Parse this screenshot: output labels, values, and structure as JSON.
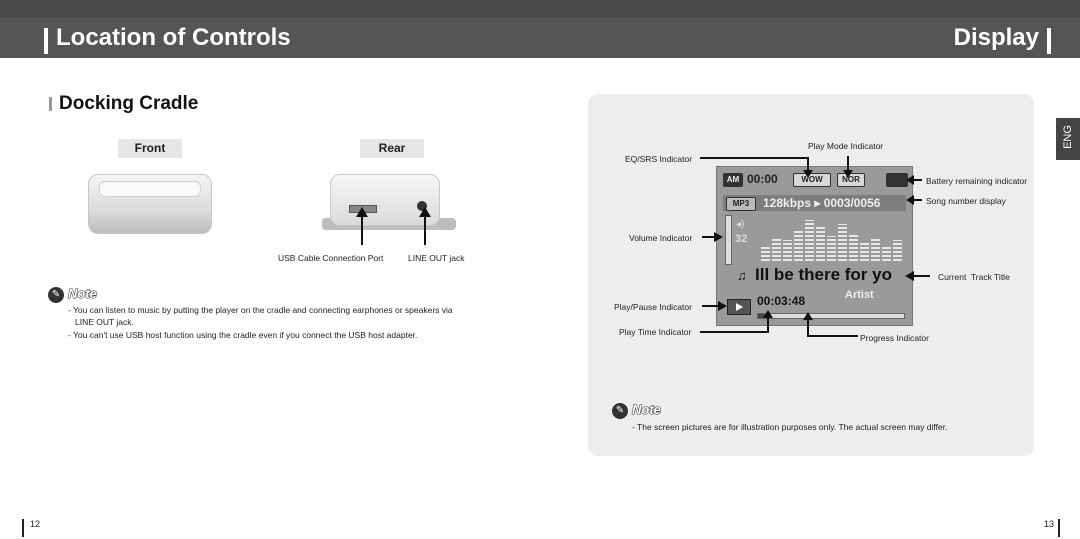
{
  "header": {
    "left_title": "Location of Controls",
    "right_title": "Display"
  },
  "left_page": {
    "section_title": "Docking Cradle",
    "front_label": "Front",
    "rear_label": "Rear",
    "usb_port_label": "USB Cable Connection Port",
    "line_out_label": "LINE OUT jack",
    "note_title": "Note",
    "notes": [
      "- You can listen to music by putting the player on the cradle and connecting earphones or speakers via",
      "LINE OUT jack.",
      "- You can't use USB host function using the cradle even if you connect the USB host adapter."
    ],
    "page_number": "12"
  },
  "right_page": {
    "lang_tab": "ENG",
    "callouts": {
      "play_mode": "Play Mode Indicator",
      "eq_srs": "EQ/SRS Indicator",
      "battery": "Battery remaining indicator",
      "song_number": "Song number display",
      "volume": "Volume Indicator",
      "track_title": "Current  Track Title",
      "play_pause": "Play/Pause Indicator",
      "play_time": "Play Time Indicator",
      "progress": "Progress Indicator"
    },
    "screen": {
      "am_badge": "AM",
      "clock": "00:00",
      "eq_badge": "WOW",
      "mode_badge": "NOR",
      "format_badge": "MP3",
      "bitrate_track": "128kbps ▸ 0003/0056",
      "volume": "32",
      "song_title": "Ill be there for yo",
      "play_time": "00:03:48",
      "artist": "Artist",
      "eq_levels": [
        0.35,
        0.5,
        0.45,
        0.7,
        0.9,
        0.75,
        0.55,
        0.8,
        0.6,
        0.4,
        0.5,
        0.3,
        0.45
      ],
      "progress": 0.08
    },
    "note_title": "Note",
    "note_text": "- The screen pictures are for illustration purposes only. The actual screen may differ.",
    "page_number": "13"
  }
}
